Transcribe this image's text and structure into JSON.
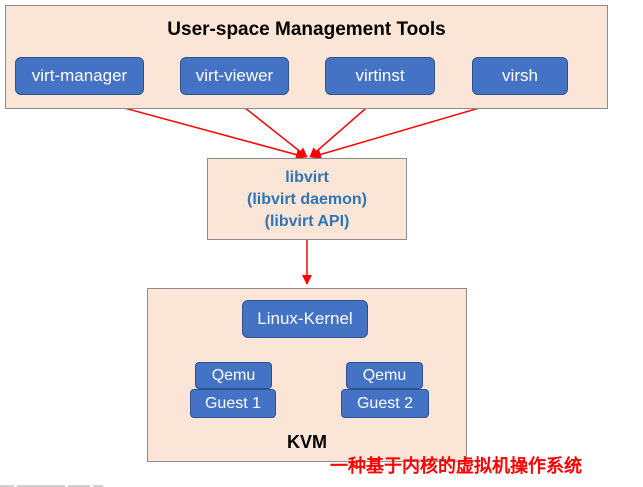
{
  "top_panel": {
    "title": "User-space Management Tools",
    "tools": [
      "virt-manager",
      "virt-viewer",
      "virtinst",
      "virsh"
    ]
  },
  "libvirt_box": {
    "lines": [
      "libvirt",
      "(libvirt daemon)",
      "(libvirt API)"
    ]
  },
  "kvm_panel": {
    "kernel_label": "Linux-Kernel",
    "vms": [
      {
        "qemu": "Qemu",
        "guest": "Guest 1"
      },
      {
        "qemu": "Qemu",
        "guest": "Guest 2"
      }
    ],
    "label": "KVM"
  },
  "caption": "一种基于内核的虚拟机操作系统",
  "colors": {
    "panel_fill": "#fbe5d6",
    "button_fill": "#4472c4",
    "arrow": "#ff0000",
    "libvirt_text": "#2e75b6",
    "caption": "#ff0000"
  }
}
